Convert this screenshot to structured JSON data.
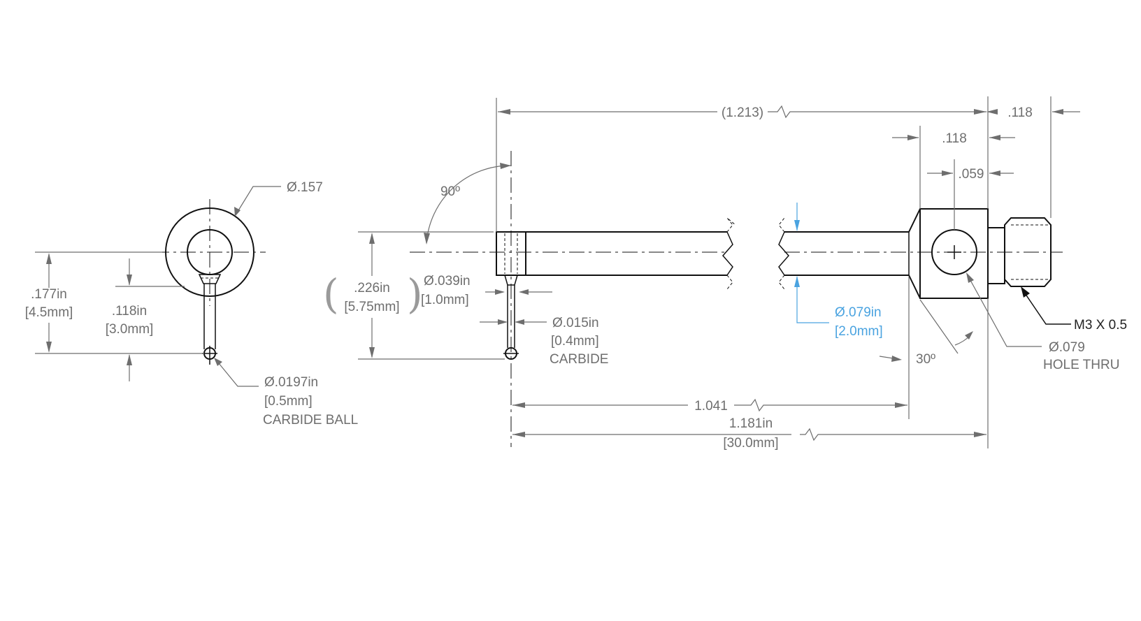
{
  "colors": {
    "geometry": "#111111",
    "dimension": "#6e6e6e",
    "highlight_dimension": "#4aa3e0",
    "background": "#ffffff"
  },
  "end_view": {
    "head_dia": "Ø.157",
    "height_in": ".177in",
    "height_mm": "[4.5mm]",
    "offset_in": ".118in",
    "offset_mm": "[3.0mm]",
    "ball_dia_in": "Ø.0197in",
    "ball_dia_mm": "[0.5mm]",
    "ball_note": "CARBIDE BALL"
  },
  "side_view": {
    "overall_ref": "(1.213)",
    "thread_len": ".118",
    "body_len": ".118",
    "hole_pos": ".059",
    "angle_tip": "90º",
    "height_in": ".226in",
    "height_mm": "[5.75mm]",
    "tip_dia_in": "Ø.039in",
    "tip_dia_mm": "[1.0mm]",
    "stem_dia_in": "Ø.015in",
    "stem_dia_mm": "[0.4mm]",
    "stem_note": "CARBIDE",
    "shaft_dia_in": "Ø.079in",
    "shaft_dia_mm": "[2.0mm]",
    "chamfer_angle": "30º",
    "hole_dia": "Ø.079",
    "hole_note": "HOLE THRU",
    "thread": "M3 X 0.5",
    "shaft_len": "1.041",
    "overall_in": "1.181in",
    "overall_mm": "[30.0mm]"
  }
}
